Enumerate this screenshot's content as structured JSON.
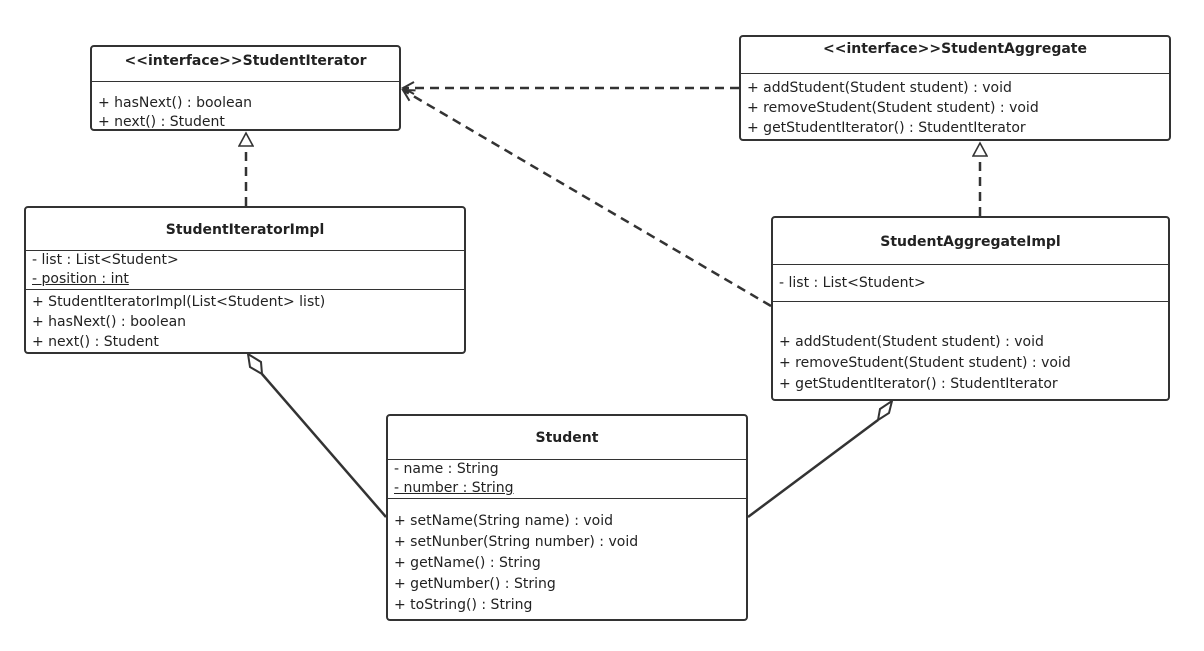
{
  "classes": {
    "student_iterator": {
      "name": "<<interface>>StudentIterator",
      "operations": [
        "+ hasNext()   : boolean",
        "+ next() : Student"
      ]
    },
    "student_aggregate": {
      "name": "<<interface>>StudentAggregate",
      "operations": [
        "+ addStudent(Student student) : void",
        "+ removeStudent(Student student) : void",
        "+ getStudentIterator() : StudentIterator"
      ]
    },
    "student_iterator_impl": {
      "name": "StudentIteratorImpl",
      "attributes": [
        "- list : List<Student>",
        "- position : int"
      ],
      "operations": [
        "+ StudentIteratorImpl(List<Student> list)",
        "+ hasNext()   : boolean",
        "+ next() : Student"
      ]
    },
    "student_aggregate_impl": {
      "name": "StudentAggregateImpl",
      "attributes": [
        "- list : List<Student>"
      ],
      "operations": [
        "+ addStudent(Student student) : void",
        "+ removeStudent(Student student) : void",
        "+ getStudentIterator() : StudentIterator"
      ]
    },
    "student": {
      "name": "Student",
      "attributes": [
        "- name : String",
        "- number : String"
      ],
      "operations": [
        "+ setName(String name) : void",
        "+ setNunber(String number) : void",
        "+ getName() : String",
        "+ getNumber() : String",
        "+ toString() : String"
      ]
    }
  },
  "colors": {
    "line": "#333333",
    "background": "#ffffff"
  }
}
